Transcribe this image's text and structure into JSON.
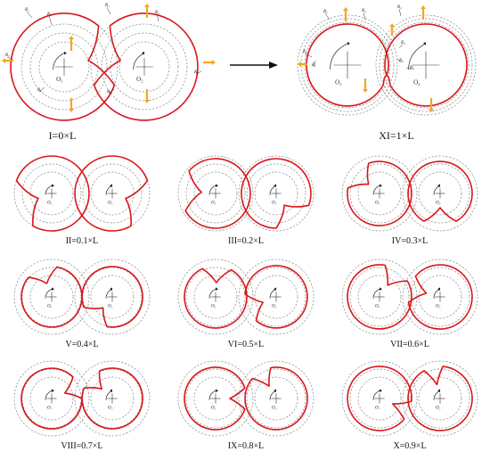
{
  "top": {
    "left_caption": "I=0×L",
    "right_caption": "XI=1×L",
    "left_labels": [
      "R₁",
      "R₂",
      "R₃",
      "R₄",
      "R₅",
      "R₆",
      "R₇",
      "R₈"
    ],
    "right_labels": [
      "R₁",
      "R₂",
      "R₃",
      "R₄",
      "R₅",
      "R₆",
      "R₇",
      "R₈"
    ],
    "center_labels": [
      "O₁",
      "O₂"
    ]
  },
  "panels": [
    {
      "caption": "II=0.1×L",
      "center_labels": [
        "O₁",
        "O₂"
      ]
    },
    {
      "caption": "III=0.2×L",
      "center_labels": [
        "O₁",
        "O₂"
      ]
    },
    {
      "caption": "IV=0.3×L",
      "center_labels": [
        "O₁",
        "O₂"
      ]
    },
    {
      "caption": "V=0.4×L",
      "center_labels": [
        "O₁",
        "O₂"
      ]
    },
    {
      "caption": "VI=0.5×L",
      "center_labels": [
        "O₁",
        "O₂"
      ]
    },
    {
      "caption": "VII=0.6×L",
      "center_labels": [
        "O₁",
        "O₂"
      ]
    },
    {
      "caption": "VIII=0.7×L",
      "center_labels": [
        "O₁",
        "O₂"
      ]
    },
    {
      "caption": "IX=0.8×L",
      "center_labels": [
        "O₁",
        "O₂"
      ]
    },
    {
      "caption": "X=0.9×L",
      "center_labels": [
        "O₁",
        "O₂"
      ]
    }
  ],
  "colors": {
    "profile": "#d9161b",
    "arrow": "#f5a623",
    "guide": "#8a8a8a"
  }
}
